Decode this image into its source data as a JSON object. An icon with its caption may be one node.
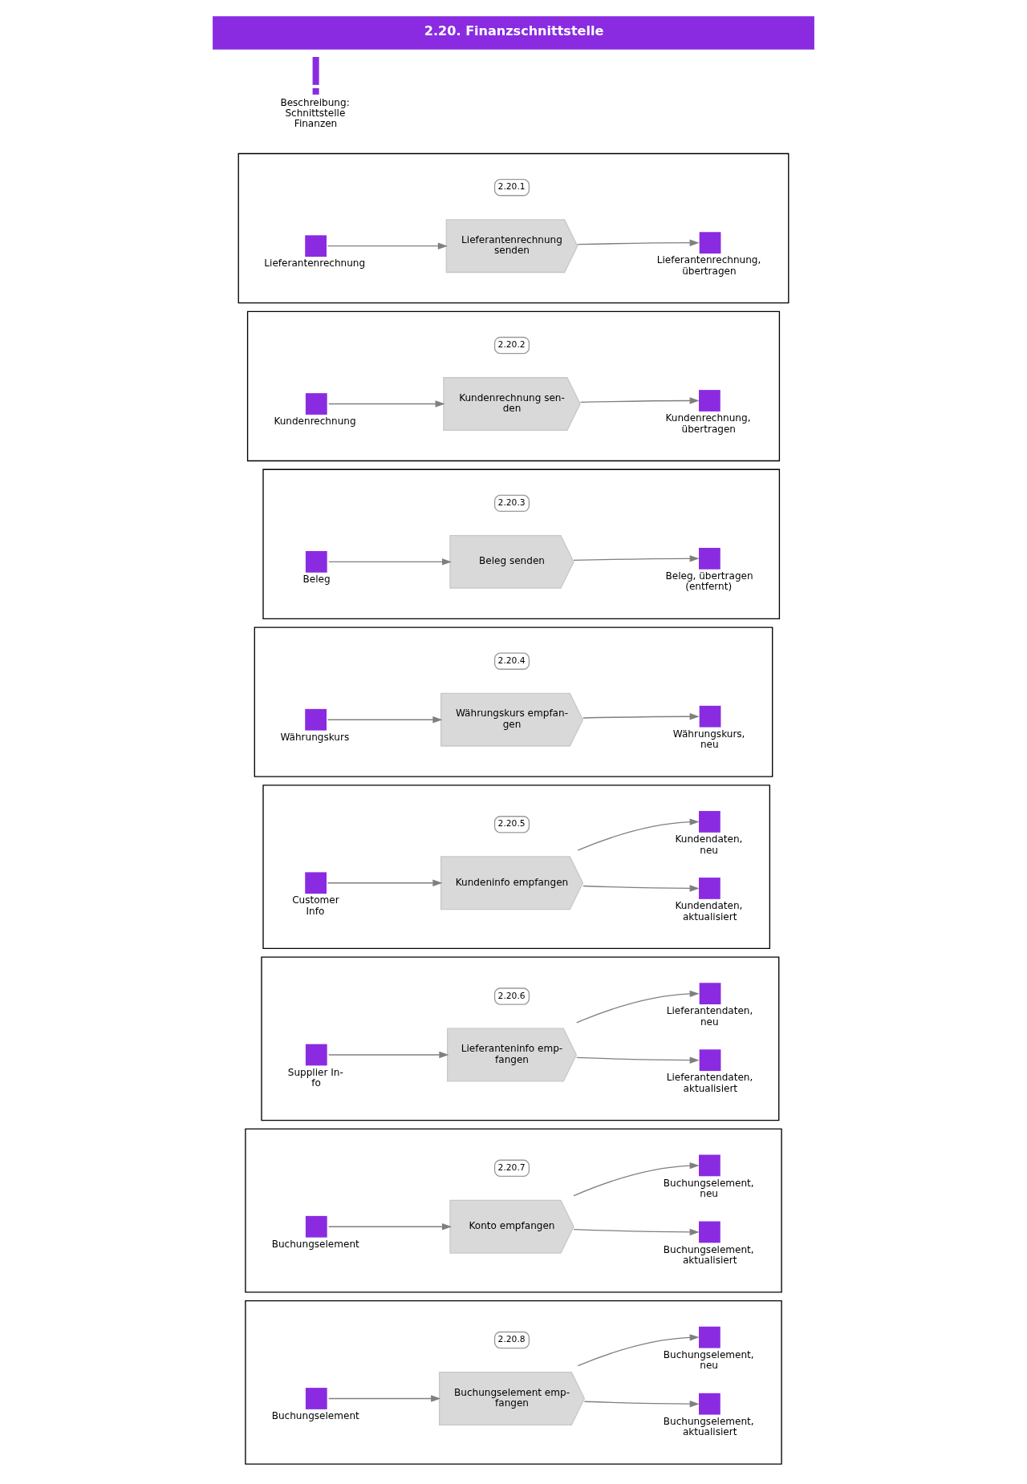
{
  "diagram": {
    "title": "2.20. Finanzschnittstelle",
    "nodes": [
      {
        "text": [
          "Beschreibung: Schnittstelle Finanzen"
        ]
      },
      {
        "text": [],
        "shape": "box"
      },
      {
        "text": [
          "Lieferantenrechnung"
        ],
        "in": 1
      },
      {
        "text": [
          "Lieferantenrechnung senden"
        ],
        "in": 1,
        "beside": [
          "2.20.1"
        ]
      },
      {
        "text": [
          "Lieferantenrechnung, übertragen"
        ],
        "in": 1
      },
      {
        "text": [],
        "shape": "box"
      },
      {
        "text": [
          "Kundenrechnung"
        ],
        "in": 5
      },
      {
        "text": [
          "Kundenrechnung sen- den"
        ],
        "in": 5,
        "beside": [
          "2.20.2"
        ]
      },
      {
        "text": [
          "Kundenrechnung, übertragen"
        ],
        "in": 5
      },
      {
        "text": [],
        "shape": "box"
      },
      {
        "text": [
          "Beleg"
        ],
        "in": 9
      },
      {
        "text": [
          "Beleg senden"
        ],
        "in": 9,
        "beside": [
          "2.20.3"
        ]
      },
      {
        "text": [
          "Beleg, übertragen (entfernt)"
        ],
        "in": 9
      },
      {
        "text": [],
        "shape": "box"
      },
      {
        "text": [
          "Währungskurs"
        ],
        "in": 13
      },
      {
        "text": [
          "Währungskurs empfan- gen"
        ],
        "in": 13,
        "beside": [
          "2.20.4"
        ]
      },
      {
        "text": [
          "Währungskurs, neu"
        ],
        "in": 13
      },
      {
        "text": [],
        "shape": "box"
      },
      {
        "text": [
          "Customer Info"
        ],
        "in": 17
      },
      {
        "text": [
          "Kundeninfo empfangen"
        ],
        "in": 17,
        "beside": [
          "2.20.5"
        ]
      },
      {
        "text": [
          "Kundendaten, neu"
        ],
        "in": 17
      },
      {
        "text": [
          "Kundendaten, aktualisiert"
        ],
        "in": 17
      },
      {
        "text": [],
        "shape": "box"
      },
      {
        "text": [
          "Supplier In- fo"
        ],
        "in": 22
      },
      {
        "text": [
          "Lieferanteninfo emp- fangen"
        ],
        "in": 22,
        "beside": [
          "2.20.6"
        ]
      },
      {
        "text": [
          "Lieferantendaten, neu"
        ],
        "in": 22
      },
      {
        "text": [
          "Lieferantendaten, aktualisiert"
        ],
        "in": 22
      },
      {
        "text": [],
        "shape": "box"
      },
      {
        "text": [
          "Buchungselement"
        ],
        "in": 27
      },
      {
        "text": [
          "Konto empfangen"
        ],
        "in": 27,
        "beside": [
          "2.20.7"
        ]
      },
      {
        "text": [
          "Buchungselement, neu"
        ],
        "in": 27
      },
      {
        "text": [
          "Buchungselement, aktualisiert"
        ],
        "in": 27
      },
      {
        "text": [],
        "shape": "box"
      },
      {
        "text": [
          "Buchungselement"
        ],
        "in": 32
      },
      {
        "text": [
          "Buchungselement emp- fangen"
        ],
        "in": 32,
        "beside": [
          "2.20.8"
        ]
      },
      {
        "text": [
          "Buchungselement, neu"
        ],
        "in": 32
      },
      {
        "text": [
          "Buchungselement, aktualisiert"
        ],
        "in": 32
      }
    ],
    "edges": [
      {
        "from": 2,
        "to": 3,
        "arrow": "to"
      },
      {
        "from": 3,
        "to": 4,
        "arrow": "to"
      },
      {
        "from": 6,
        "to": 7,
        "arrow": "to"
      },
      {
        "from": 7,
        "to": 8,
        "arrow": "to"
      },
      {
        "from": 10,
        "to": 11,
        "arrow": "to"
      },
      {
        "from": 11,
        "to": 12,
        "arrow": "to"
      },
      {
        "from": 14,
        "to": 15,
        "arrow": "to"
      },
      {
        "from": 15,
        "to": 16,
        "arrow": "to"
      },
      {
        "from": 18,
        "to": 19,
        "arrow": "to"
      },
      {
        "from": 19,
        "to": 20,
        "arrow": "to"
      },
      {
        "from": 19,
        "to": 21,
        "arrow": "to"
      },
      {
        "from": 23,
        "to": 24,
        "arrow": "to"
      },
      {
        "from": 24,
        "to": 25,
        "arrow": "to"
      },
      {
        "from": 24,
        "to": 26,
        "arrow": "to"
      },
      {
        "from": 28,
        "to": 29,
        "arrow": "to"
      },
      {
        "from": 29,
        "to": 30,
        "arrow": "to"
      },
      {
        "from": 29,
        "to": 31,
        "arrow": "to"
      },
      {
        "from": 33,
        "to": 34,
        "arrow": "to"
      },
      {
        "from": 34,
        "to": 35,
        "arrow": "to"
      },
      {
        "from": 34,
        "to": 36,
        "arrow": "to"
      }
    ]
  }
}
